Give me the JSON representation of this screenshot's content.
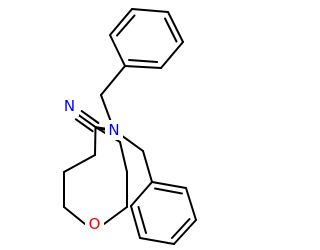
{
  "molecule": {
    "atoms": {
      "nitrile_n": {
        "label": "N",
        "color": "#0000ff"
      },
      "amine_n": {
        "label": "N",
        "color": "#0000ff"
      },
      "ring_o": {
        "label": "O",
        "color": "#ff0000"
      }
    },
    "bond_color": "#000000",
    "groups": [
      "nitrile",
      "tertiary-amine",
      "tetrahydropyran-ring",
      "benzyl-top",
      "benzyl-bottom"
    ]
  }
}
